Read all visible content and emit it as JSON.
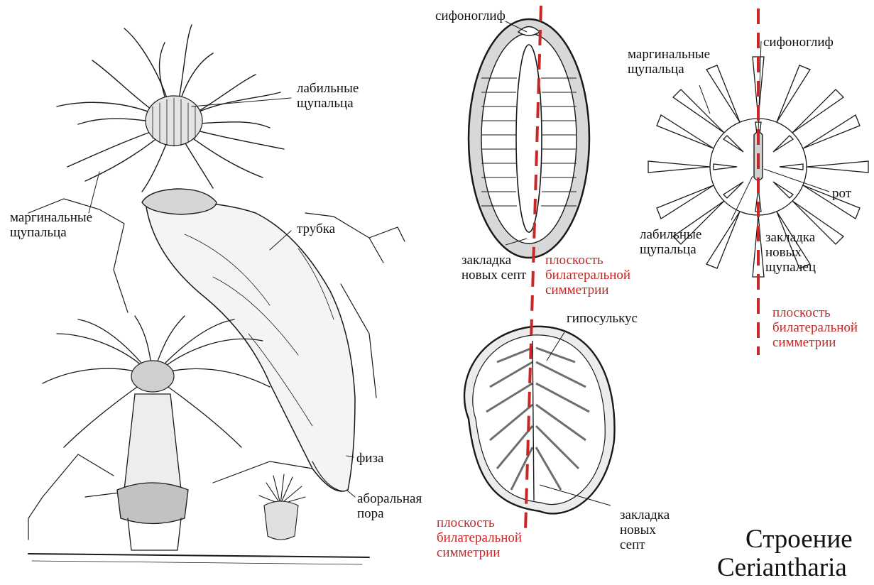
{
  "labels": {
    "labile_tentacles": "лабильные\nщупальца",
    "marginal_tentacles": "маргинальные\nщупальца",
    "tube": "трубка",
    "physa": "физа",
    "aboral_pore": "аборальная\nпора",
    "siphonoglyph_top": "сифоноглиф",
    "new_septa_bud_top": "закладка\nновых септ",
    "symmetry_plane_top": "плоскость\nбилатеральной\nсимметрии",
    "hyposulcus": "гипосулькус",
    "new_septa_bud_bottom": "закладка\nновых\nсепт",
    "symmetry_plane_bottom": "плоскость\nбилатеральной\nсимметрии",
    "marginal_tentacles_right": "маргинальные\nщупальца",
    "siphonoglyph_right": "сифоноглиф",
    "mouth": "рот",
    "labile_tentacles_right": "лабильные\nщупальца",
    "new_tentacles_bud": "закладка\nновых\nщупалец",
    "symmetry_plane_right": "плоскость\nбилатеральной\nсимметрии"
  },
  "title": {
    "line1": "Строение",
    "line2": "Ceriantharia"
  },
  "colors": {
    "symmetry_line": "#c62828",
    "ink": "#1a1a1a"
  }
}
